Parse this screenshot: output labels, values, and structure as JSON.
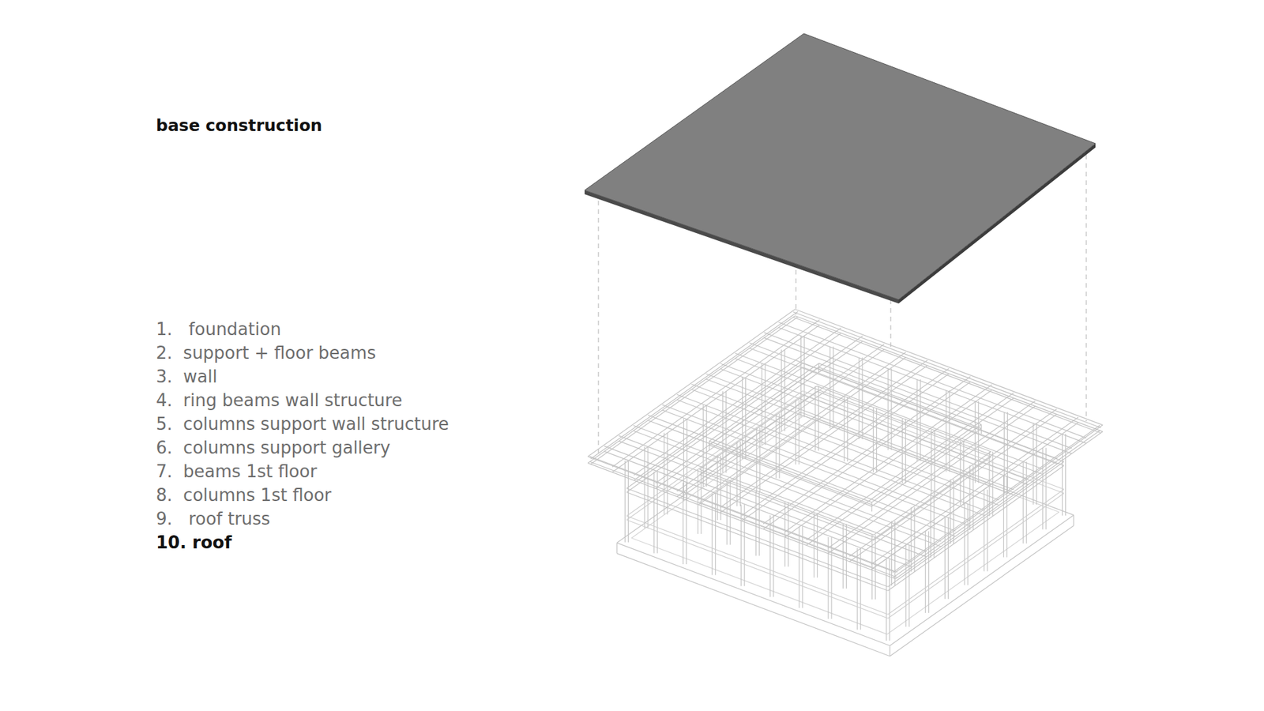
{
  "diagram": {
    "title": "base construction",
    "labels": [
      "1.   foundation",
      "2.  support + floor beams",
      "3.  wall",
      "4.  ring beams wall structure",
      "5.  columns support wall structure",
      "6.  columns support gallery",
      "7.  beams 1st floor",
      "8.  columns 1st floor",
      "9.   roof truss",
      "10. roof"
    ]
  }
}
